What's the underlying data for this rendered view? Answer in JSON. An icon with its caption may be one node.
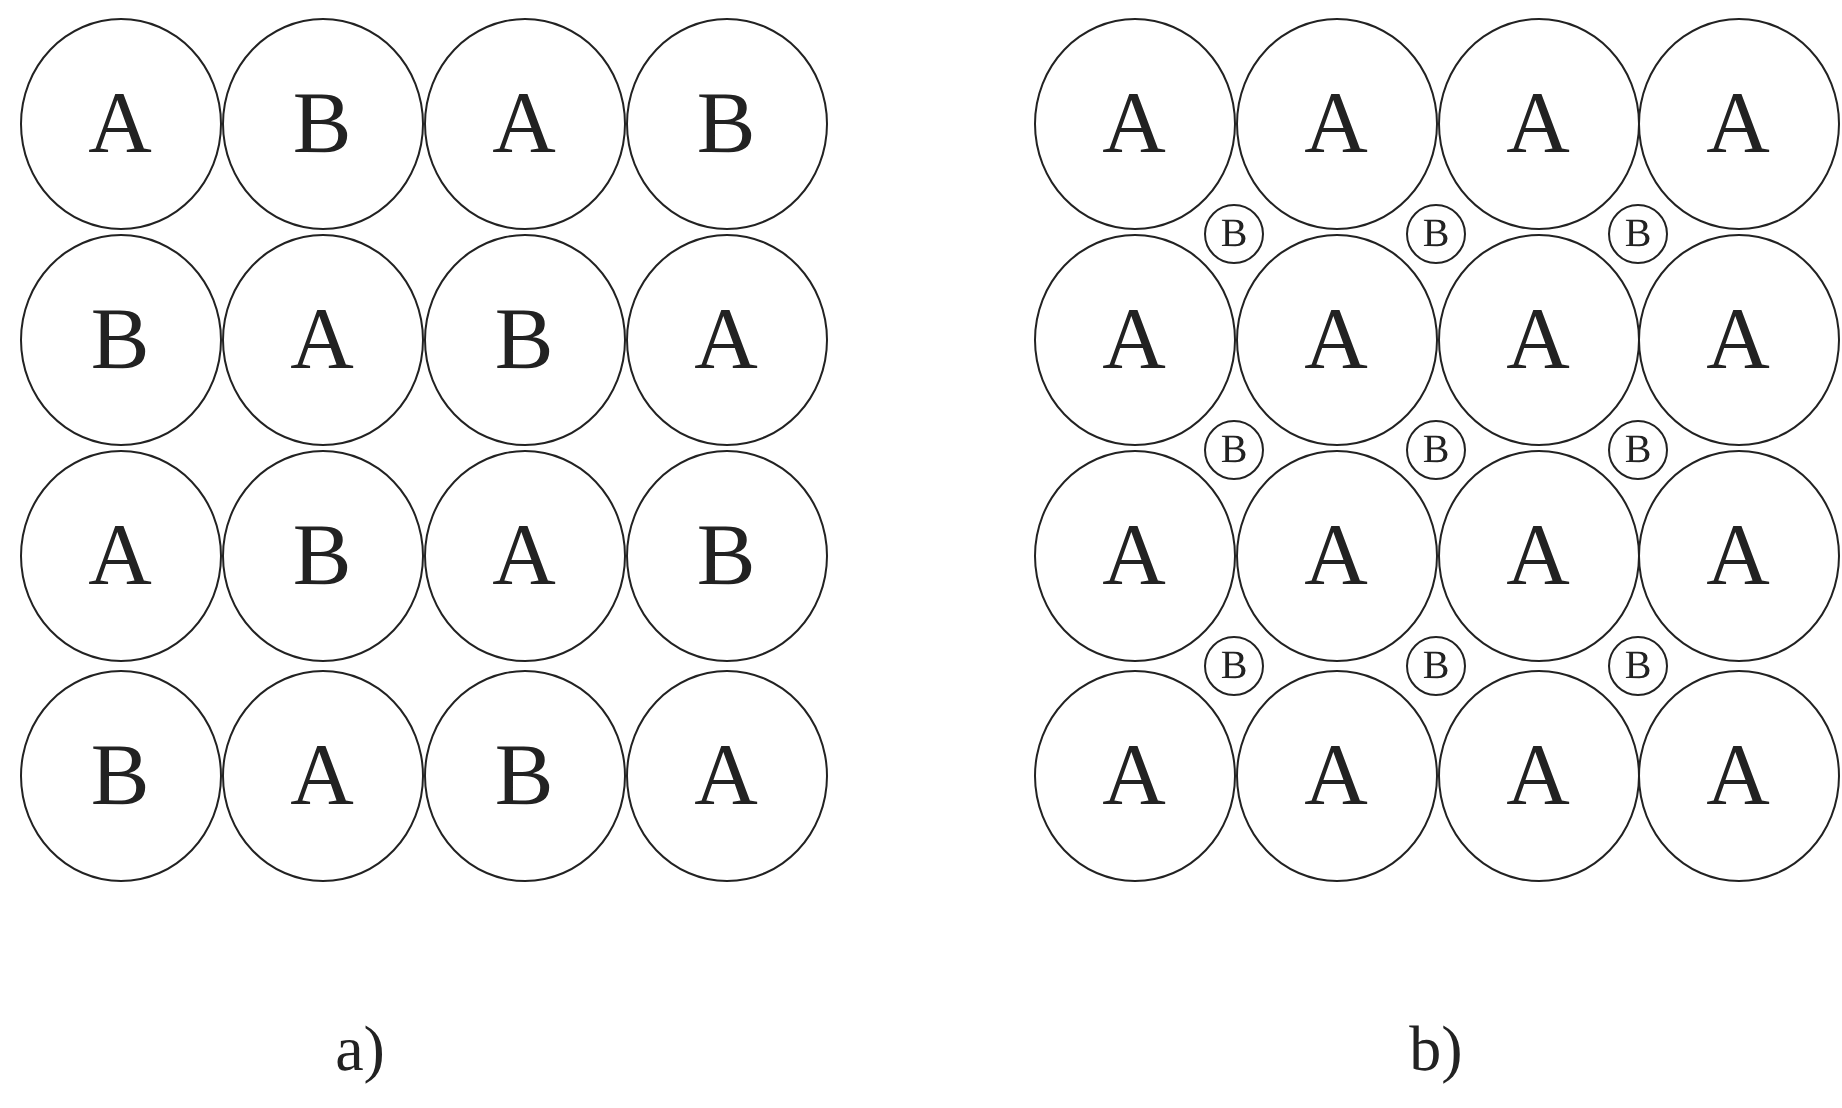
{
  "diagram": {
    "nodes": [
      {
        "text": [
          "A"
        ]
      },
      {
        "text": [
          "B"
        ]
      },
      {
        "text": [
          "A"
        ]
      },
      {
        "text": [
          "B"
        ]
      },
      {
        "text": [
          "B"
        ]
      },
      {
        "text": [
          "A"
        ]
      },
      {
        "text": [
          "B"
        ]
      },
      {
        "text": [
          "A"
        ]
      },
      {
        "text": [
          "A"
        ]
      },
      {
        "text": [
          "B"
        ]
      },
      {
        "text": [
          "A"
        ]
      },
      {
        "text": [
          "B"
        ]
      },
      {
        "text": [
          "B"
        ]
      },
      {
        "text": [
          "A"
        ]
      },
      {
        "text": [
          "B"
        ]
      },
      {
        "text": [
          "A"
        ]
      },
      {
        "text": [
          "A"
        ]
      },
      {
        "text": [
          "A"
        ]
      },
      {
        "text": [
          "A"
        ]
      },
      {
        "text": [
          "A"
        ]
      },
      {
        "text": [
          "B"
        ]
      },
      {
        "text": [
          "B"
        ]
      },
      {
        "text": [
          "B"
        ]
      },
      {
        "text": [
          "A"
        ]
      },
      {
        "text": [
          "A"
        ]
      },
      {
        "text": [
          "A"
        ]
      },
      {
        "text": [
          "A"
        ]
      },
      {
        "text": [
          "B"
        ]
      },
      {
        "text": [
          "B"
        ]
      },
      {
        "text": [
          "B"
        ]
      },
      {
        "text": [
          "A"
        ]
      },
      {
        "text": [
          "A"
        ]
      },
      {
        "text": [
          "A"
        ]
      },
      {
        "text": [
          "A"
        ]
      },
      {
        "text": [
          "B"
        ]
      },
      {
        "text": [
          "B"
        ]
      },
      {
        "text": [
          "B"
        ]
      },
      {
        "text": [
          "A"
        ]
      },
      {
        "text": [
          "A"
        ]
      },
      {
        "text": [
          "A"
        ]
      },
      {
        "text": [
          "A"
        ]
      }
    ],
    "labels": [
      "a)",
      "b)"
    ]
  }
}
